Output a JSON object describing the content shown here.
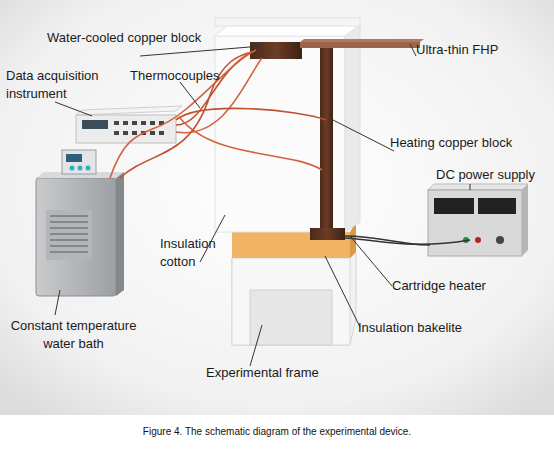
{
  "diagram": {
    "caption": "Figure 4. The schematic diagram of the experimental device.",
    "labels": [
      "Water-cooled copper block",
      "Ultra-thin FHP",
      "Data acquisition instrument",
      "Thermocouples",
      "Heating copper block",
      "DC power supply",
      "Insulation cotton",
      "Cartridge heater",
      "Constant temperature water bath",
      "Insulation bakelite",
      "Experimental frame"
    ]
  }
}
